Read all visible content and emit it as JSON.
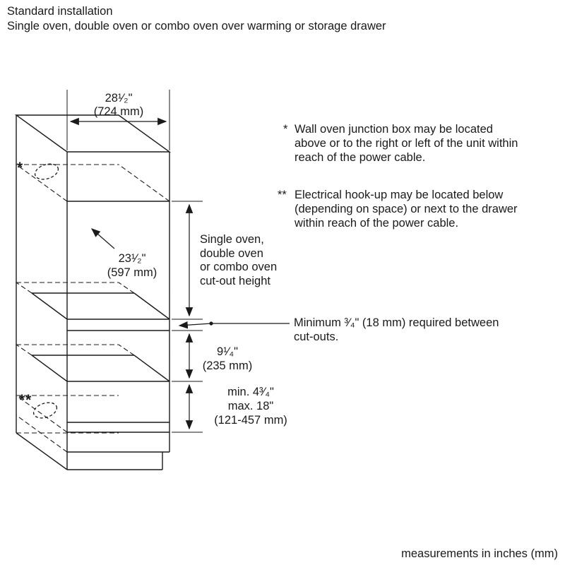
{
  "colors": {
    "ink": "#1a1a1a"
  },
  "header": {
    "title": "Standard installation",
    "subtitle": "Single oven, double oven or combo oven over warming or storage drawer"
  },
  "notes": {
    "junction": {
      "marker": "*",
      "text": "Wall oven junction box may be located\nabove or to the right or left of the unit within\nreach of the power cable."
    },
    "electrical": {
      "marker": "**",
      "text": "Electrical hook-up may be located below\n(depending on space) or next to the drawer\nwithin reach of the power cable."
    },
    "minimum_gap": {
      "text": "Minimum ³⁄₄\" (18 mm) required between\ncut-outs."
    }
  },
  "dims": {
    "cabinet_width": {
      "inches": "28¹⁄₂\"",
      "metric": "(724 mm)"
    },
    "cutout_width": {
      "inches": "23¹⁄₂\"",
      "metric": "(597 mm)"
    },
    "cutout_height_label": "Single oven,\ndouble oven\nor combo oven\ncut-out height",
    "drawer_height": {
      "inches": "9¹⁄₄\"",
      "metric": "(235 mm)"
    },
    "bottom_clearance": {
      "text": "min. 4³⁄₄\"\nmax. 18\"\n(121-457 mm)"
    }
  },
  "markers": {
    "junction": "*",
    "electrical": "**"
  },
  "footer": {
    "text": "measurements in inches (mm)"
  }
}
